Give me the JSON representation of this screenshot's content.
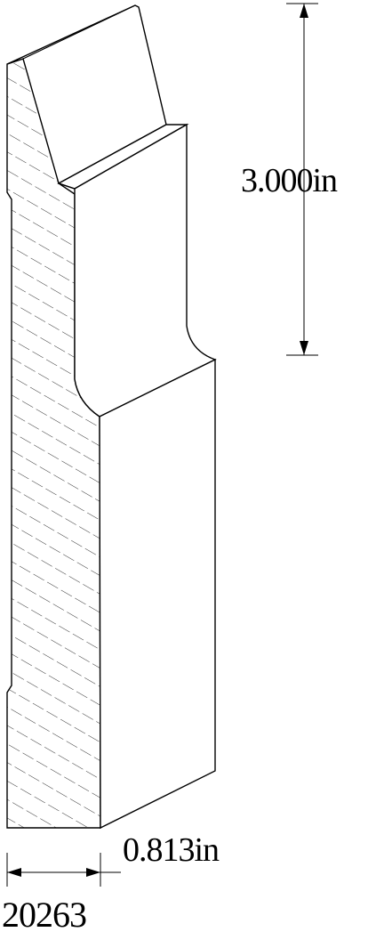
{
  "drawing": {
    "part_number": "20263",
    "height_dimension": "3.000in",
    "width_dimension": "0.813in",
    "colors": {
      "line": "#000000",
      "background": "#ffffff"
    }
  }
}
